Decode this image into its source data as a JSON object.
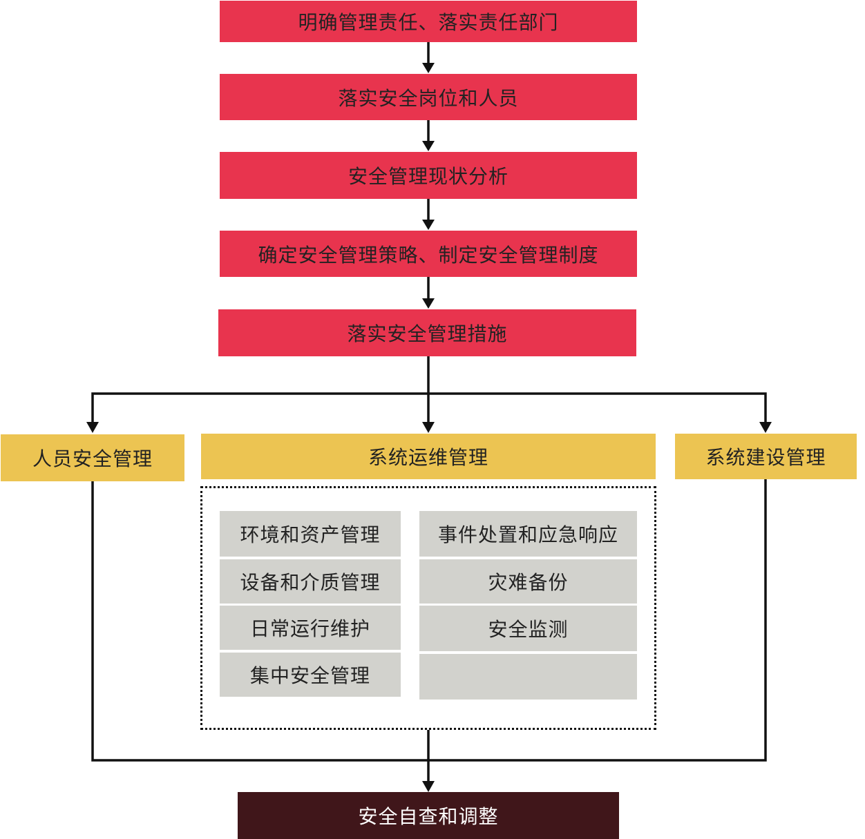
{
  "steps": [
    {
      "label": "明确管理责任、落实责任部门"
    },
    {
      "label": "落实安全岗位和人员"
    },
    {
      "label": "安全管理现状分析"
    },
    {
      "label": "确定安全管理策略、制定安全管理制度"
    },
    {
      "label": "落实安全管理措施"
    }
  ],
  "branches": {
    "personnel": "人员安全管理",
    "operations": "系统运维管理",
    "construction": "系统建设管理"
  },
  "operations_items": {
    "left": [
      "环境和资产管理",
      "设备和介质管理",
      "日常运行维护",
      "集中安全管理"
    ],
    "right": [
      "事件处置和应急响应",
      "灾难备份",
      "安全监测",
      ""
    ]
  },
  "final": "安全自查和调整",
  "colors": {
    "step": "#e8344e",
    "branch": "#ecc452",
    "item": "#d2d2cd",
    "final": "#40161a",
    "line": "#111111"
  }
}
